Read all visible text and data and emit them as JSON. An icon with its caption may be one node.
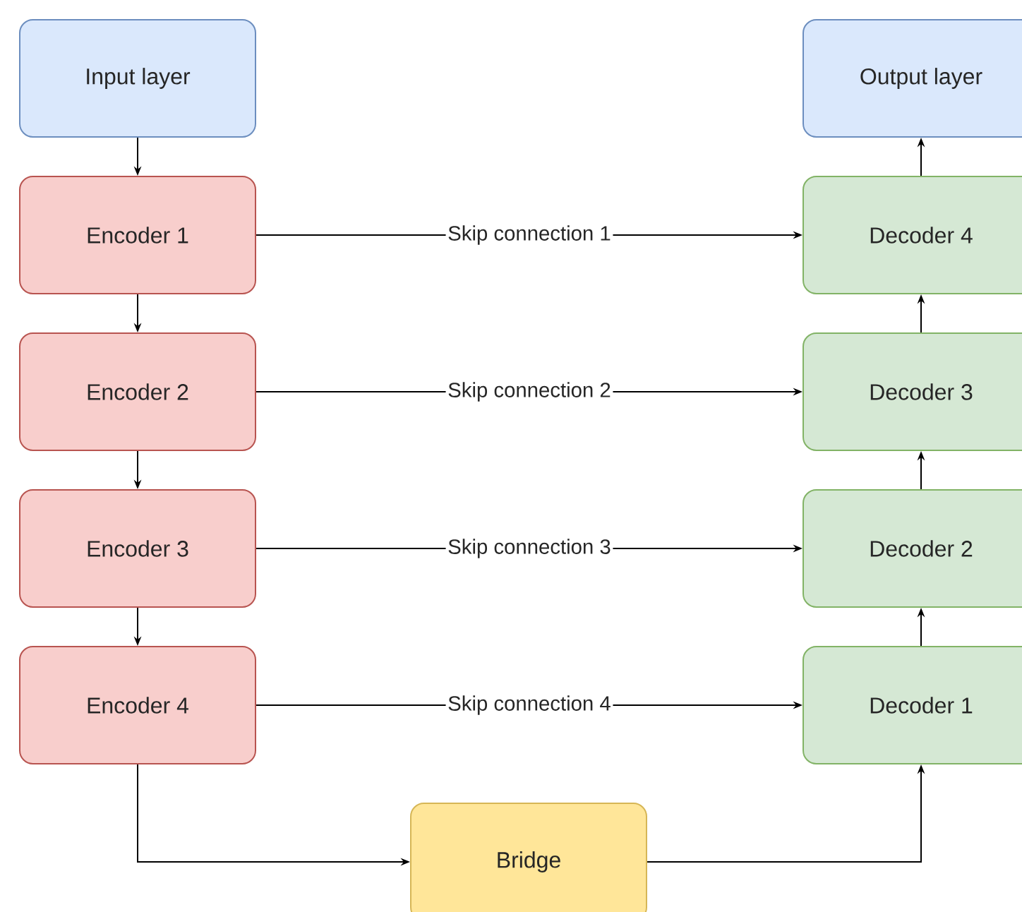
{
  "diagram": {
    "nodes": [
      {
        "text": [
          "Input layer"
        ]
      },
      {
        "text": [
          "Output layer"
        ]
      },
      {
        "text": [
          "Encoder 1"
        ]
      },
      {
        "text": [
          "Decoder 4"
        ]
      },
      {
        "text": [
          "Encoder 2"
        ]
      },
      {
        "text": [
          "Decoder 3"
        ]
      },
      {
        "text": [
          "Encoder 3"
        ]
      },
      {
        "text": [
          "Decoder 2"
        ]
      },
      {
        "text": [
          "Encoder 4"
        ]
      },
      {
        "text": [
          "Decoder 1"
        ]
      },
      {
        "text": [
          "Bridge"
        ]
      }
    ],
    "edges": [
      {
        "from": 0,
        "to": 2,
        "arrow": "to"
      },
      {
        "from": 2,
        "to": 4,
        "arrow": "to"
      },
      {
        "from": 4,
        "to": 6,
        "arrow": "to"
      },
      {
        "from": 6,
        "to": 8,
        "arrow": "to"
      },
      {
        "from": 8,
        "to": 10,
        "arrow": "to"
      },
      {
        "from": 10,
        "to": 9,
        "arrow": "to"
      },
      {
        "from": 9,
        "to": 7,
        "arrow": "to"
      },
      {
        "from": 7,
        "to": 5,
        "arrow": "to"
      },
      {
        "from": 5,
        "to": 3,
        "arrow": "to"
      },
      {
        "from": 3,
        "to": 1,
        "arrow": "to"
      },
      {
        "from": 2,
        "to": 3,
        "arrow": "to",
        "label": "Skip connection 1"
      },
      {
        "from": 4,
        "to": 5,
        "arrow": "to",
        "label": "Skip connection 2"
      },
      {
        "from": 6,
        "to": 7,
        "arrow": "to",
        "label": "Skip connection 3"
      },
      {
        "from": 8,
        "to": 9,
        "arrow": "to",
        "label": "Skip connection 4"
      }
    ]
  }
}
